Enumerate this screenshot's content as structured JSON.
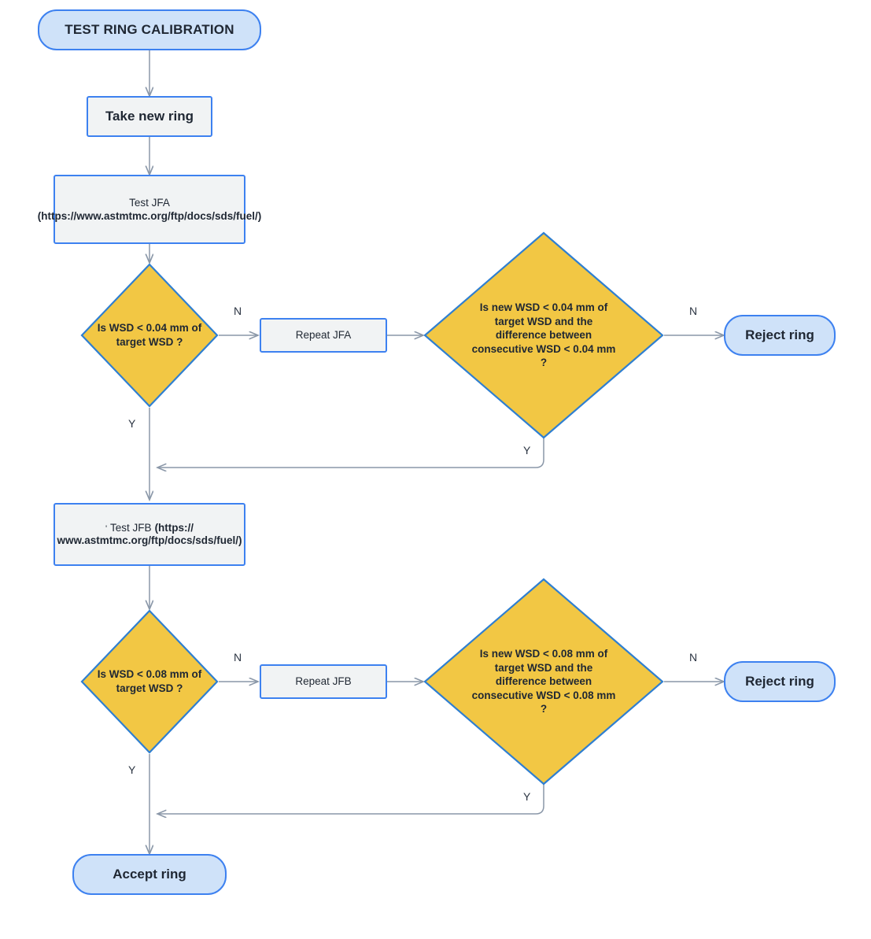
{
  "diagram": {
    "title": "TEST RING CALIBRATION",
    "type": "flowchart",
    "colors": {
      "terminator_fill": "#cfe2f9",
      "process_fill": "#f1f3f4",
      "decision_fill": "#f2c744",
      "node_border": "#3d81f0",
      "decision_border": "#2f7fd1",
      "edge_stroke": "#8a97a8",
      "text": "#1f2733"
    }
  },
  "nodes": {
    "start": {
      "label": "TEST RING CALIBRATION",
      "shape": "terminator"
    },
    "take_new_ring": {
      "label": "Take new ring",
      "shape": "process"
    },
    "test_jfa": {
      "lead": "Test JFA",
      "url": "(https://www.astmtmc.org/ftp/docs/sds/fuel/)",
      "shape": "process"
    },
    "decision_jfa": {
      "label": "Is WSD < 0.04 mm of target WSD ?",
      "shape": "decision"
    },
    "repeat_jfa": {
      "label": "Repeat JFA",
      "shape": "process"
    },
    "decision_jfa_retest": {
      "label": "Is new WSD < 0.04 mm of target WSD and the  difference between consecutive WSD < 0.04 mm ?",
      "shape": "decision"
    },
    "reject_ring_a": {
      "label": "Reject ring",
      "shape": "terminator"
    },
    "test_jfb": {
      "bullet": "'",
      "lead": "Test JFB",
      "url": "(https://www.astmtmc.org/ftp/docs/sds/fuel/)",
      "shape": "process"
    },
    "decision_jfb": {
      "label": "Is WSD < 0.08 mm of target WSD ?",
      "shape": "decision"
    },
    "repeat_jfb": {
      "label": "Repeat JFB",
      "shape": "process"
    },
    "decision_jfb_retest": {
      "label": "Is new WSD < 0.08 mm of target WSD and the  difference between consecutive WSD < 0.08 mm ?",
      "shape": "decision"
    },
    "reject_ring_b": {
      "label": "Reject ring",
      "shape": "terminator"
    },
    "accept_ring": {
      "label": "Accept ring",
      "shape": "terminator"
    }
  },
  "edge_labels": {
    "jfa_no": "N",
    "jfa_yes": "Y",
    "jfa_retest_no": "N",
    "jfa_retest_yes": "Y",
    "jfb_no": "N",
    "jfb_yes": "Y",
    "jfb_retest_no": "N",
    "jfb_retest_yes": "Y"
  }
}
